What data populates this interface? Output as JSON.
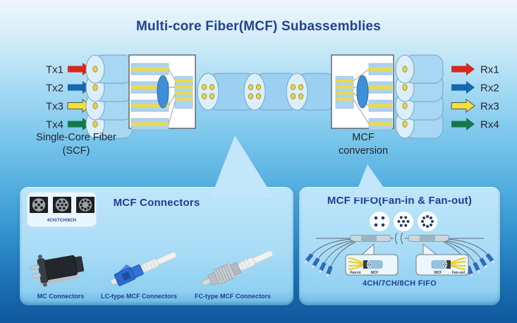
{
  "title": "Multi-core Fiber(MCF) Subassemblies",
  "colors": {
    "navy": "#1d3f94",
    "arrow_red": "#d8271d",
    "arrow_blue": "#1767ae",
    "arrow_yellow": "#f2e13a",
    "arrow_green": "#15784a",
    "panel_blue": "#a9dcf6",
    "fiber_core_yellow": "#e8d348",
    "lens_blue": "#3f8fd8"
  },
  "top_diagram": {
    "tx": [
      "Tx1",
      "Tx2",
      "Tx3",
      "Tx4"
    ],
    "rx": [
      "Rx1",
      "Rx2",
      "Rx3",
      "Rx4"
    ],
    "arrow_colors": [
      "#d8271d",
      "#1767ae",
      "#f2e13a",
      "#15784a"
    ],
    "scf_line1": "Single-Core Fiber",
    "scf_line2": "(SCF)",
    "mcf_line1": "MCF",
    "mcf_line2": "conversion"
  },
  "connectors_panel": {
    "title": "MCF Connectors",
    "chip_label": "4CH/7CH/8CH",
    "items": [
      {
        "label": "MC Connectors"
      },
      {
        "label": "LC-type MCF Connectors"
      },
      {
        "label": "FC-type MCF Connectors"
      }
    ]
  },
  "fifo_panel": {
    "title": "MCF FIFO(Fan-in & Fan-out)",
    "fan_in_label": "Fan-in",
    "mcf_label_left": "MCF",
    "mcf_label_right": "MCF",
    "fan_out_label": "Fan-out",
    "bottom_label": "4CH/7CH/8CH FIFO"
  }
}
